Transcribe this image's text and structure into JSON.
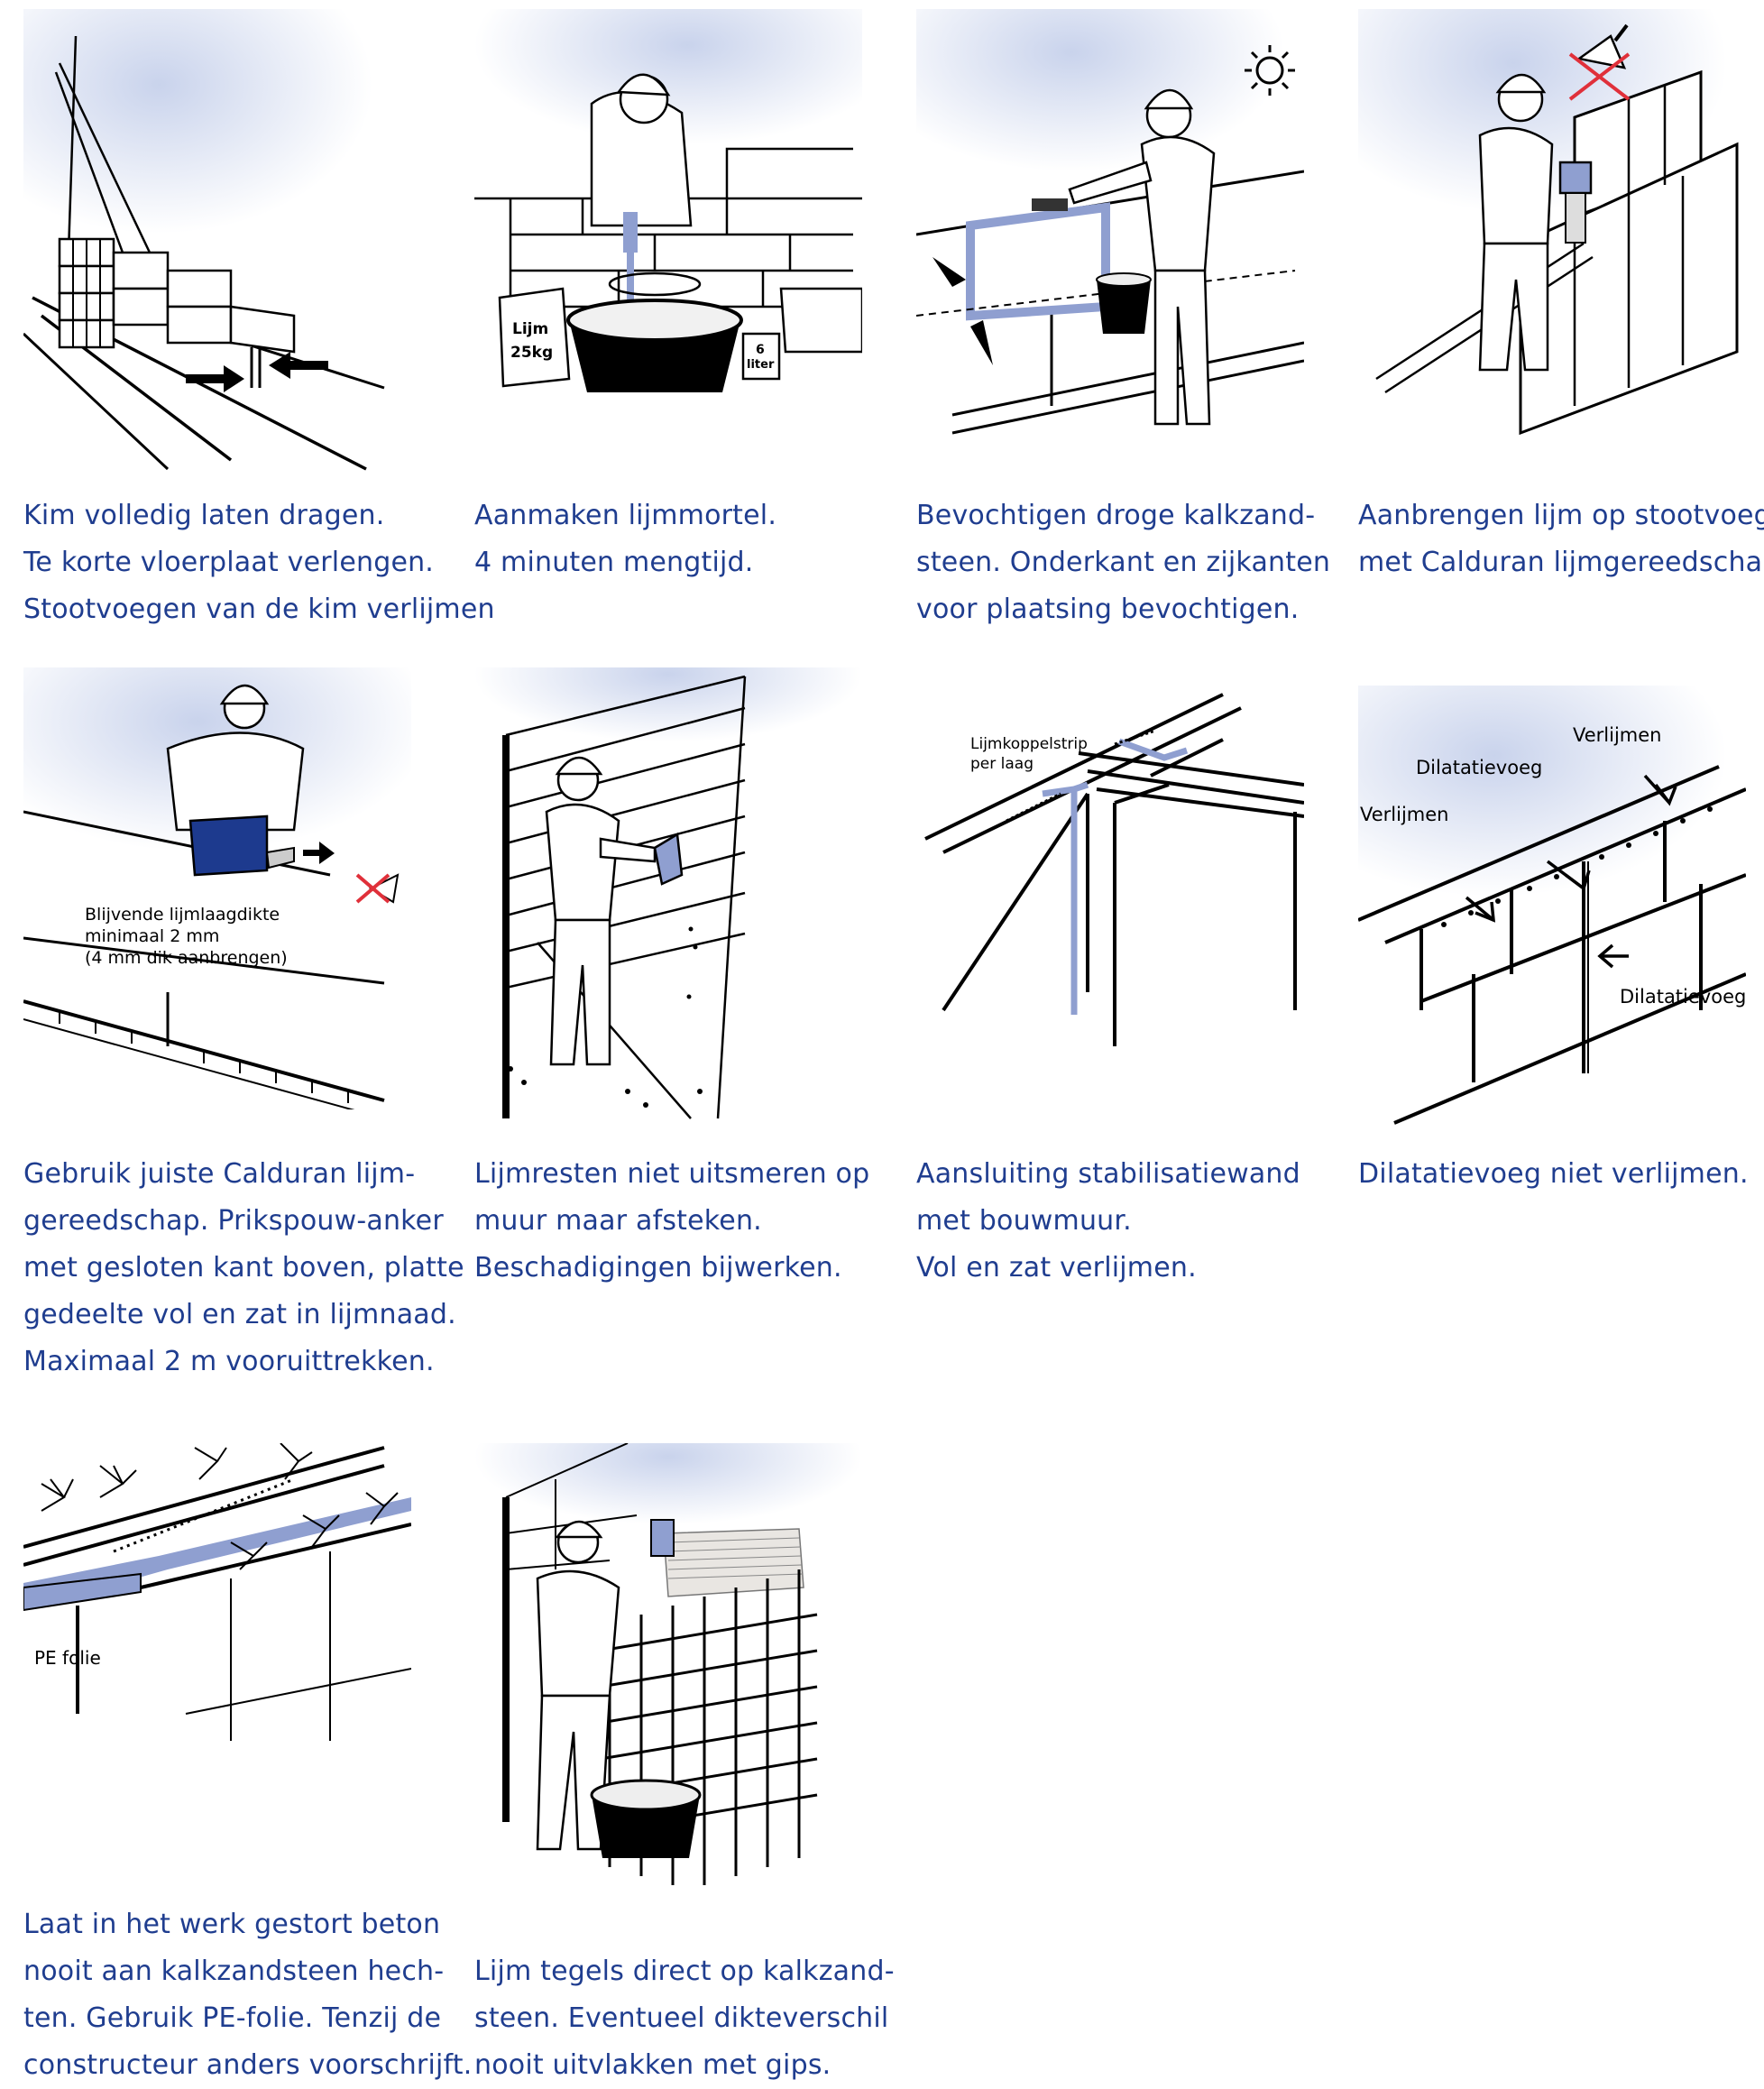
{
  "colors": {
    "caption_text": "#1f3d8f",
    "accent_blue": "#8f9fd0",
    "dark_blue_box": "#1d3a8e",
    "cross_red": "#e0303a",
    "sky_tint": "#c9d3ec"
  },
  "panels": [
    {
      "id": "kim",
      "caption": [
        "Kim volledig laten dragen.",
        "Te korte vloerplaat verlengen.",
        "Stootvoegen van de kim verlijmen"
      ]
    },
    {
      "id": "lijmmortel",
      "labels": {
        "bag": "Lijm",
        "bag_weight": "25kg",
        "can_num": "6",
        "can_unit": "liter"
      },
      "caption": [
        "Aanmaken lijmmortel.",
        "4 minuten mengtijd."
      ]
    },
    {
      "id": "bevochtigen",
      "caption": [
        "Bevochtigen droge kalkzand-",
        "steen. Onderkant en zijkanten",
        "voor plaatsing bevochtigen."
      ]
    },
    {
      "id": "stootvoeg",
      "caption": [
        "Aanbrengen lijm op stootvoeg",
        "met Calduran lijmgereedschap."
      ]
    },
    {
      "id": "lijmgereedschap",
      "labels": {
        "l1": "Blijvende lijmlaagdikte",
        "l2": "minimaal 2 mm",
        "l3": "(4 mm dik aanbrengen)"
      },
      "caption": [
        "Gebruik juiste Calduran lijm-",
        "gereedschap. Prikspouw-anker",
        "met gesloten kant boven, platte",
        "gedeelte vol en zat in lijmnaad.",
        "Maximaal 2 m vooruittrekken."
      ]
    },
    {
      "id": "lijmresten",
      "caption": [
        "Lijmresten niet uitsmeren op",
        "muur maar afsteken.",
        "Beschadigingen bijwerken."
      ]
    },
    {
      "id": "aansluiting",
      "labels": {
        "l1": "Lijmkoppelstrip",
        "l2": "per laag"
      },
      "caption": [
        "Aansluiting stabilisatiewand",
        "met bouwmuur.",
        "Vol en zat verlijmen."
      ]
    },
    {
      "id": "dilatatie",
      "labels": {
        "verlijmen_top": "Verlijmen",
        "dilatatievoeg_top": "Dilatatievoeg",
        "verlijmen_left": "Verlijmen",
        "dilatatievoeg_right": "Dilatatievoeg"
      },
      "caption": [
        "Dilatatievoeg niet verlijmen."
      ]
    },
    {
      "id": "beton",
      "labels": {
        "folie": "PE folie"
      },
      "caption": [
        "Laat in het werk gestort beton",
        "nooit aan kalkzandsteen hech-",
        "ten. Gebruik PE-folie. Tenzij de",
        "constructeur anders voorschrijft."
      ]
    },
    {
      "id": "tegels",
      "caption": [
        "Lijm tegels direct op kalkzand-",
        "steen. Eventueel dikteverschil",
        "nooit uitvlakken met gips."
      ]
    }
  ]
}
